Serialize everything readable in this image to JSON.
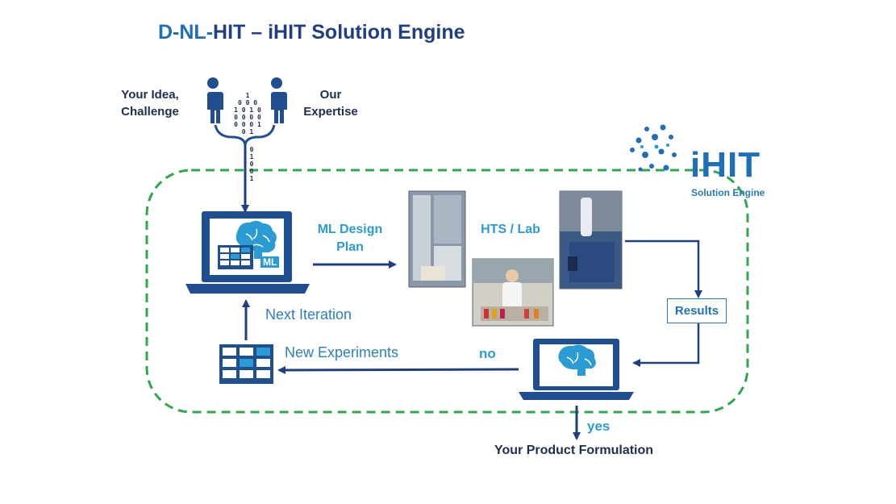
{
  "title": {
    "part1": "D-NL-",
    "part2": "HIT – iHIT Solution Engine"
  },
  "left_person_label": "Your Idea,\nChallenge",
  "right_person_label": "Our\nExpertise",
  "ml_label": "ML",
  "ml_design_label": "ML Design\nPlan",
  "hts_label": "HTS / Lab",
  "results_label": "Results",
  "next_iteration_label": "Next Iteration",
  "new_experiments_label": "New Experiments",
  "no_label": "no",
  "yes_label": "yes",
  "product_label": "Your Product Formulation",
  "logo": {
    "name": "iHIT",
    "subtitle": "Solution Engine"
  },
  "binary_stream": "0 1 0 0 1",
  "colors": {
    "dark_blue": "#1f3f82",
    "mid_blue": "#1d6fb8",
    "cyan": "#2a9bd3",
    "green_dashed": "#2ea84a"
  }
}
